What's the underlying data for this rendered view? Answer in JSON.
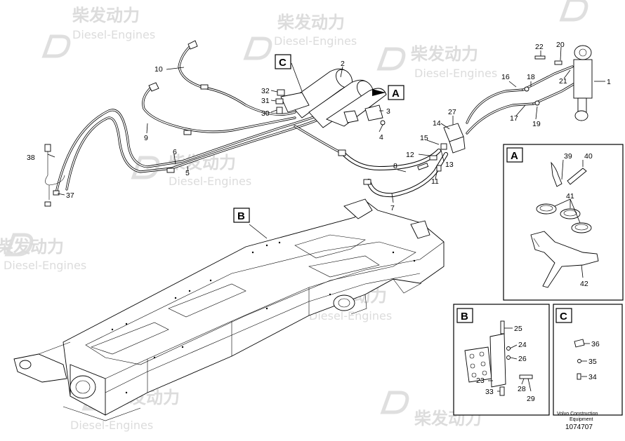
{
  "watermark": {
    "brand_cn": "柴发动力",
    "brand_en": "Diesel-Engines"
  },
  "detail_views": {
    "A": {
      "label": "A",
      "parts": [
        "39",
        "40",
        "41",
        "42"
      ]
    },
    "B": {
      "label": "B",
      "parts": [
        "25",
        "24",
        "26",
        "23",
        "28",
        "33",
        "29"
      ]
    },
    "C": {
      "label": "C",
      "parts": [
        "36",
        "35",
        "34"
      ]
    }
  },
  "callouts": {
    "C": "C",
    "A": "A",
    "B": "B"
  },
  "part_numbers": {
    "p1": "1",
    "p2": "2",
    "p3": "3",
    "p4": "4",
    "p5": "5",
    "p6": "6",
    "p7": "7",
    "p8": "8",
    "p9": "9",
    "p10": "10",
    "p11": "11",
    "p12": "12",
    "p13": "13",
    "p14": "14",
    "p15": "15",
    "p16": "16",
    "p17": "17",
    "p18": "18",
    "p19": "19",
    "p20": "20",
    "p21": "21",
    "p22": "22",
    "p23": "23",
    "p24": "24",
    "p25": "25",
    "p26": "26",
    "p27": "27",
    "p28": "28",
    "p29": "29",
    "p30": "30",
    "p31": "31",
    "p32": "32",
    "p33": "33",
    "p34": "34",
    "p35": "35",
    "p36": "36",
    "p37": "37",
    "p38": "38",
    "p39": "39",
    "p40": "40",
    "p41": "41",
    "p42": "42"
  },
  "footer": {
    "maker_line1": "Volvo Construction",
    "maker_line2": "Equipment",
    "drawing_id": "1074707"
  }
}
